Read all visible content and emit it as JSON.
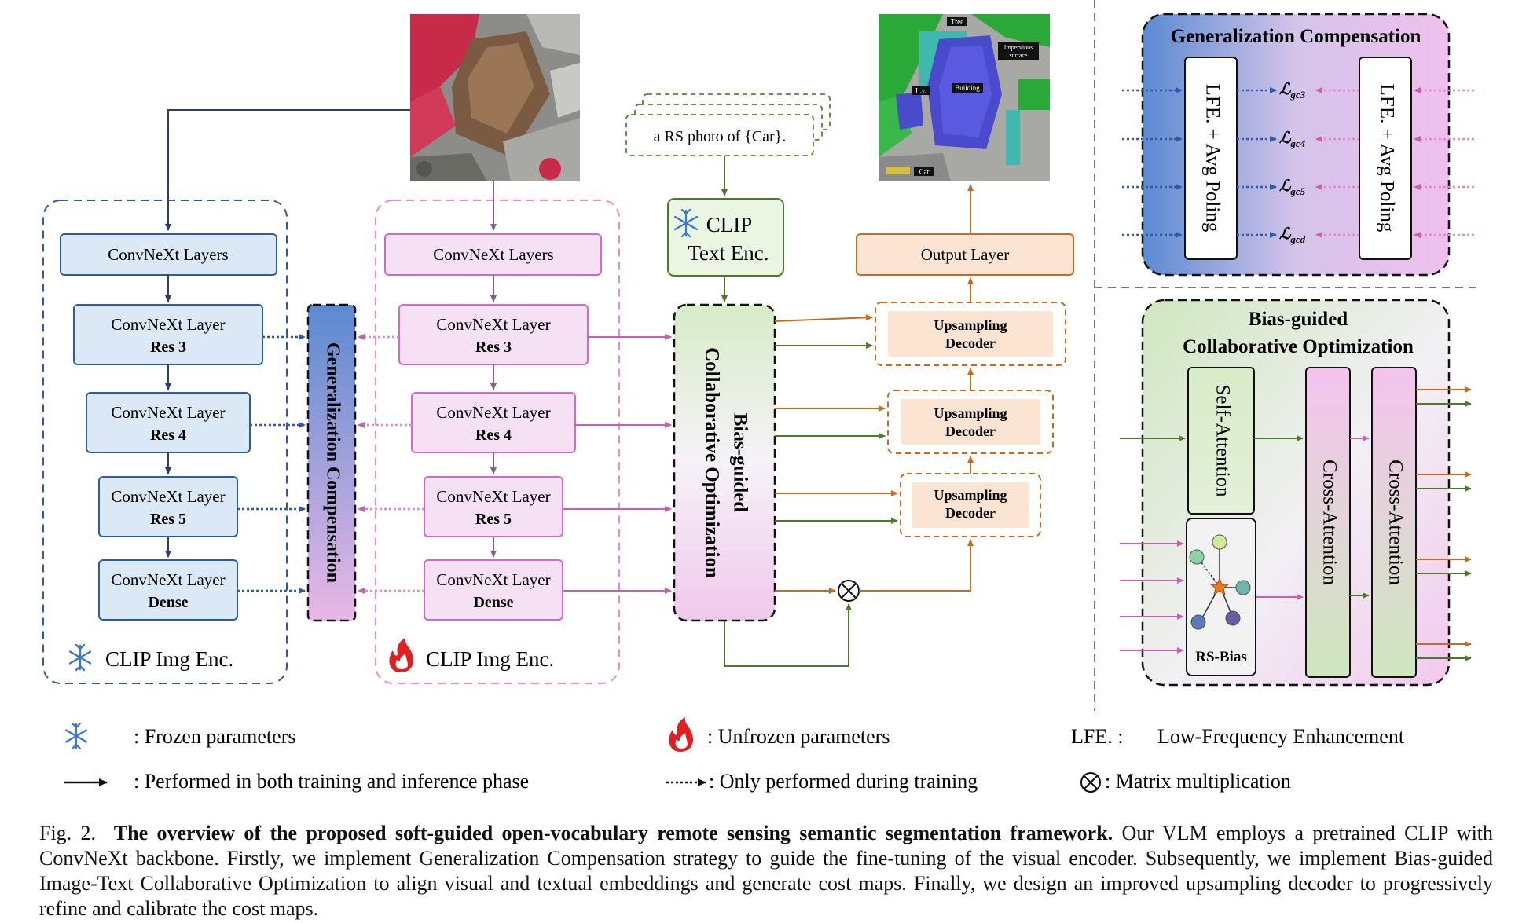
{
  "encoder_frozen": {
    "layers": "ConvNeXt Layers",
    "res3": [
      "ConvNeXt Layer",
      "Res 3"
    ],
    "res4": [
      "ConvNeXt Layer",
      "Res 4"
    ],
    "res5": [
      "ConvNeXt Layer",
      "Res 5"
    ],
    "dense": [
      "ConvNeXt Layer",
      "Dense"
    ],
    "label": "CLIP Img Enc."
  },
  "encoder_unfrozen": {
    "layers": "ConvNeXt Layers",
    "res3": [
      "ConvNeXt Layer",
      "Res 3"
    ],
    "res4": [
      "ConvNeXt Layer",
      "Res 4"
    ],
    "res5": [
      "ConvNeXt Layer",
      "Res 5"
    ],
    "dense": [
      "ConvNeXt Layer",
      "Dense"
    ],
    "label": "CLIP Img Enc."
  },
  "gc_vertical": "Generalization Compensation",
  "bco_vertical": [
    "Bias-guided",
    "Collaborative Optimization"
  ],
  "prompt_text": "a RS photo of {Car}.",
  "text_encoder": [
    "CLIP",
    "Text Enc."
  ],
  "output_layer": "Output Layer",
  "upsampling_decoder": [
    "Upsampling",
    "Decoder"
  ],
  "segmentation_labels": [
    "Tree",
    "Impervious surface",
    "Building",
    "L.v.",
    "Car"
  ],
  "gc_panel": {
    "title": "Generalization Compensation",
    "lfe_left": "LFE. + Avg Poling",
    "lfe_right": "LFE. + Avg Poling",
    "losses": [
      "gc3",
      "gc4",
      "gc5",
      "gcd"
    ]
  },
  "bco_panel": {
    "title": [
      "Bias-guided",
      "Collaborative Optimization"
    ],
    "self_attention": "Self-Attention",
    "cross_attention_1": "Cross-Attention",
    "cross_attention_2": "Cross-Attention",
    "rs_bias": "RS-Bias"
  },
  "legend": {
    "frozen": ": Frozen parameters",
    "unfrozen": ": Unfrozen parameters",
    "lfe_key": "LFE. :",
    "lfe_value": "Low-Frequency Enhancement",
    "solid": ": Performed in both training and inference phase",
    "dotted": ": Only performed during training",
    "matmul": ": Matrix multiplication"
  },
  "caption": {
    "label": "Fig. 2.",
    "bold": "The overview of the proposed soft-guided open-vocabulary remote sensing semantic segmentation framework.",
    "text": " Our VLM employs a pretrained CLIP with ConvNeXt backbone. Firstly, we implement Generalization Compensation strategy to guide the fine-tuning of the visual encoder. Subsequently, we implement Bias-guided Image-Text Collaborative Optimization to align visual and textual embeddings and generate cost maps. Finally, we design an improved upsampling decoder to progressively refine and calibrate the cost maps."
  }
}
